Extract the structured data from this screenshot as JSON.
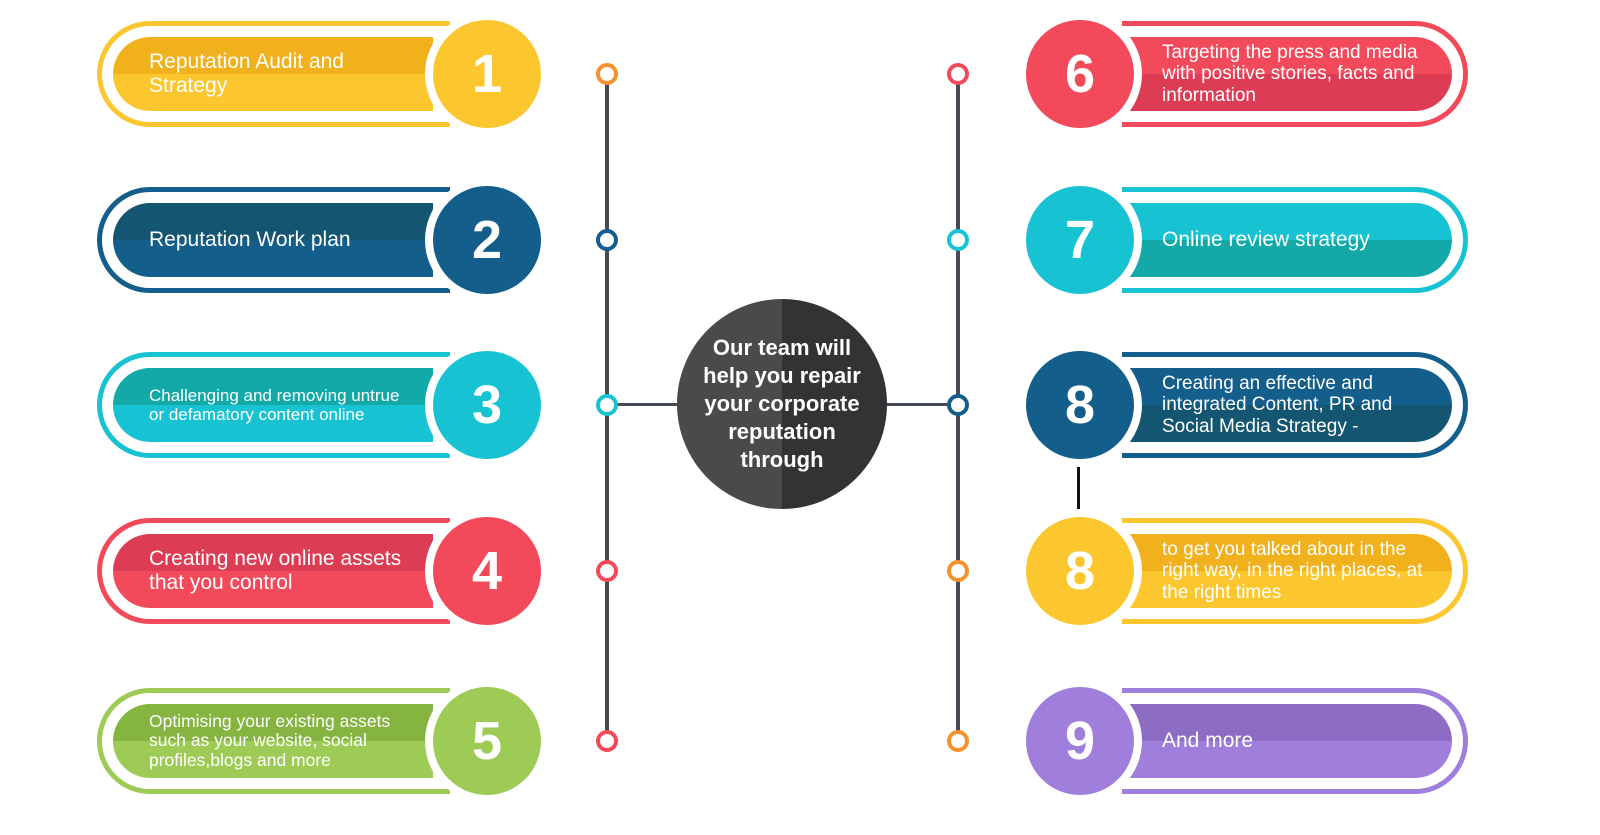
{
  "center_text": "Our team will help you repair your corporate reputation through",
  "colors": {
    "line": "#454a57",
    "center_left": "#4a4a4a",
    "center_right": "#333333"
  },
  "left_items": [
    {
      "number": "1",
      "text": "Reputation Audit and Strategy",
      "color": "#FCC72E",
      "dark": "#F0B11C",
      "dot": "#F7912E",
      "size": 21
    },
    {
      "number": "2",
      "text": "Reputation Work plan",
      "color": "#135E8A",
      "dark": "#145571",
      "dot": "#135E8A",
      "size": 21
    },
    {
      "number": "3",
      "text": "Challenging and removing untrue or defamatory content online",
      "color": "#17C2D2",
      "dark": "#13A9A9",
      "dot": "#17C2D2",
      "size": 17
    },
    {
      "number": "4",
      "text": "Creating new online assets that you control",
      "color": "#F24A5A",
      "dark": "#DD3D54",
      "dot": "#F24A5A",
      "size": 21
    },
    {
      "number": "5",
      "text": "Optimising your existing assets such as your website, social profiles,blogs and more",
      "color": "#9DCB55",
      "dark": "#86B440",
      "dot": "#F24A5A",
      "size": 17.5
    }
  ],
  "right_items": [
    {
      "number": "6",
      "text": "Targeting the press and media with positive stories, facts and information",
      "color": "#F24A5A",
      "dark": "#DD3D54",
      "dot": "#F24A5A",
      "size": 19
    },
    {
      "number": "7",
      "text": "Online review strategy",
      "color": "#17C2D2",
      "dark": "#13A9A9",
      "dot": "#17C2D2",
      "size": 21
    },
    {
      "number": "8",
      "text": "Creating an effective and integrated Content, PR and Social Media Strategy -",
      "color": "#135E8A",
      "dark": "#145571",
      "dot": "#135E8A",
      "size": 19
    },
    {
      "number": "8",
      "text": "to get you talked about in the right way, in the right places, at the right times",
      "color": "#FCC72E",
      "dark": "#F0B11C",
      "dot": "#F7912E",
      "size": 19
    },
    {
      "number": "9",
      "text": "And more",
      "color": "#A07FDC",
      "dark": "#8C6DC3",
      "dot": "#F7912E",
      "size": 21
    }
  ]
}
